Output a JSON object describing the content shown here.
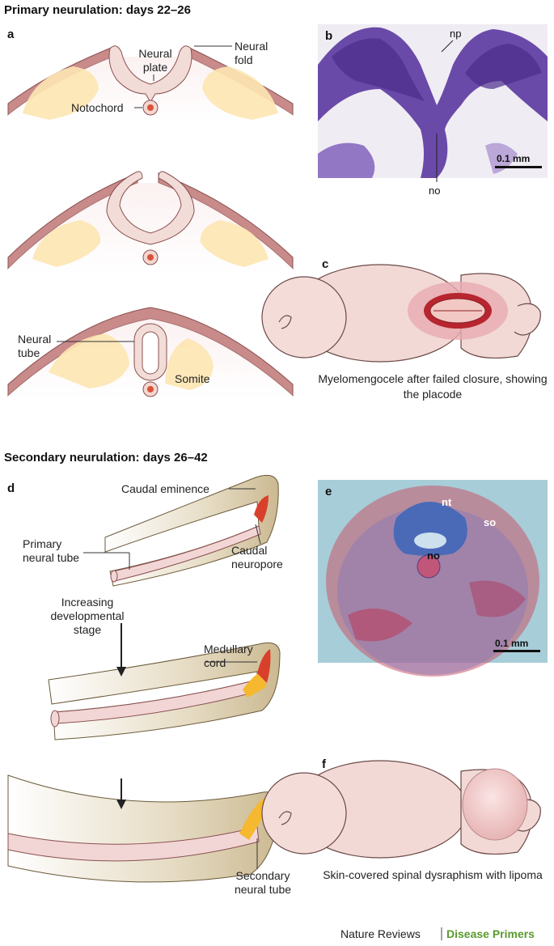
{
  "sections": {
    "primary_title": "Primary neurulation: days 22–26",
    "secondary_title": "Secondary neurulation: days 26–42"
  },
  "panels": {
    "a": {
      "letter": "a",
      "labels": {
        "neural_plate": "Neural plate",
        "neural_fold": "Neural fold",
        "notochord": "Notochord",
        "neural_tube": "Neural tube",
        "somite": "Somite"
      }
    },
    "b": {
      "letter": "b",
      "np": "np",
      "no": "no",
      "scale": "0.1 mm"
    },
    "c": {
      "letter": "c",
      "caption": "Myelomengocele after failed closure, showing the placode"
    },
    "d": {
      "letter": "d",
      "labels": {
        "caudal_eminence": "Caudal eminence",
        "primary_neural_tube": "Primary neural tube",
        "caudal_neuropore": "Caudal neuropore",
        "increasing_stage": "Increasing developmental stage",
        "medullary_cord": "Medullary cord",
        "secondary_neural_tube": "Secondary neural tube"
      }
    },
    "e": {
      "letter": "e",
      "nt": "nt",
      "so": "so",
      "no": "no",
      "scale": "0.1 mm"
    },
    "f": {
      "letter": "f",
      "caption": "Skin-covered spinal dysraphism with lipoma"
    }
  },
  "footer": {
    "journal": "Nature Reviews",
    "separator": "|",
    "series": "Disease Primers"
  },
  "colors": {
    "ectoderm": "#c98a8a",
    "neural": "#f2dcd8",
    "mesoderm": "#fbe7b8",
    "skin": "#f4dede",
    "tail": "#d8c9a8",
    "red": "#d9402b",
    "yellow": "#f5b82e",
    "stain_purple": "#5a3a9a",
    "stain_blue": "#8cb8c9",
    "accent": "#5a9a2e"
  }
}
